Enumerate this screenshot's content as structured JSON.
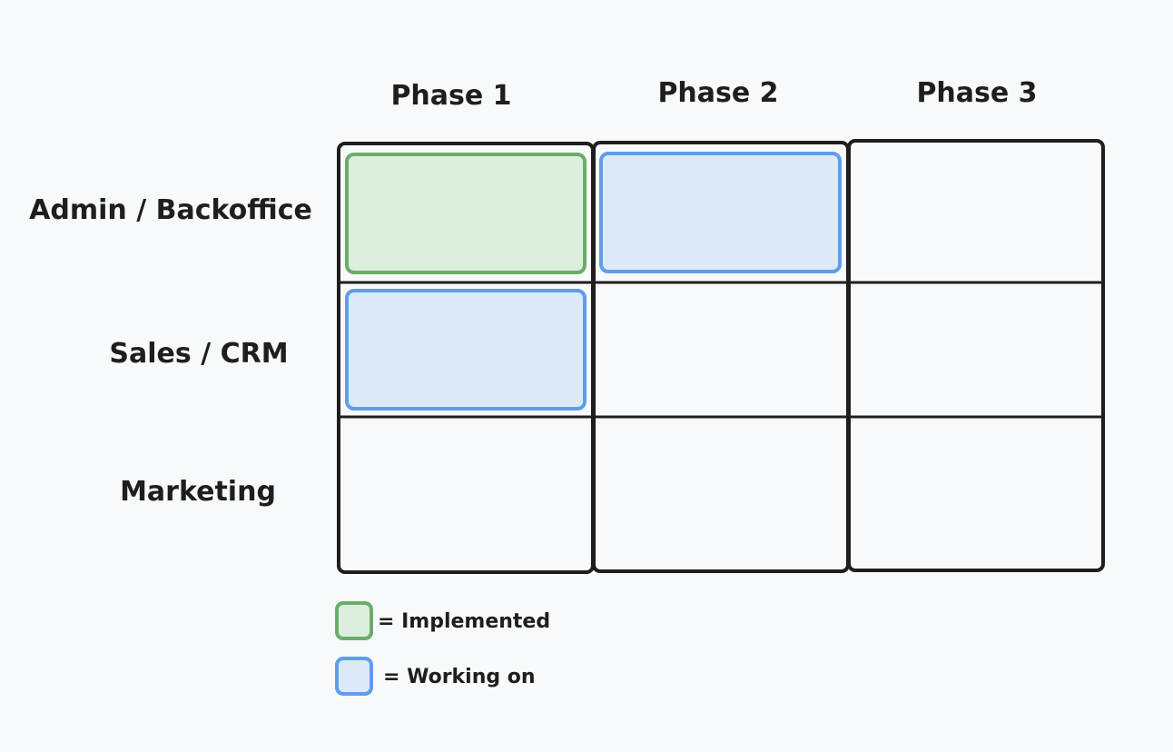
{
  "columns": [
    "Phase 1",
    "Phase 2",
    "Phase 3"
  ],
  "rows": [
    "Admin / Backoffice",
    "Sales / CRM",
    "Marketing"
  ],
  "cells": [
    [
      "implemented",
      "working",
      "empty"
    ],
    [
      "working",
      "empty",
      "empty"
    ],
    [
      "empty",
      "empty",
      "empty"
    ]
  ],
  "legend": [
    {
      "status": "implemented",
      "label": "= Implemented"
    },
    {
      "status": "working",
      "label": "= Working on"
    }
  ],
  "colors": {
    "background": "#f8f9fa",
    "ink": "#1e1e1e",
    "implemented_fill": "#dcefdf",
    "implemented_stroke": "#6aad6b",
    "working_fill": "#dde9f7",
    "working_stroke": "#5e9ee8"
  }
}
